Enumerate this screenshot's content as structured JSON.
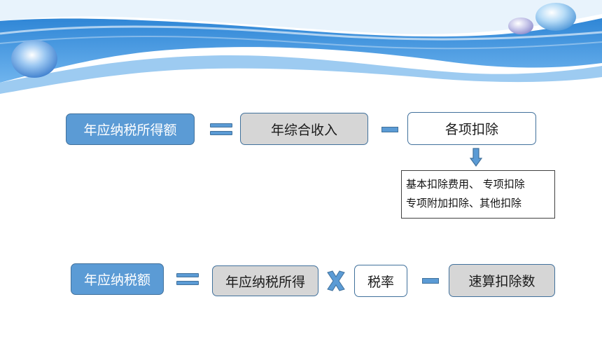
{
  "formula1": {
    "result": "年应纳税所得额",
    "income": "年综合收入",
    "deductions": "各项扣除",
    "detail_line1": "基本扣除费用、 专项扣除",
    "detail_line2": "专项附加扣除、其他扣除"
  },
  "formula2": {
    "result": "年应纳税额",
    "taxable": "年应纳税所得",
    "rate": "税率",
    "quick_deduction": "速算扣除数"
  },
  "colors": {
    "box_blue": "#5b9bd5",
    "box_gray": "#d6d6d6",
    "border": "#41719c"
  }
}
